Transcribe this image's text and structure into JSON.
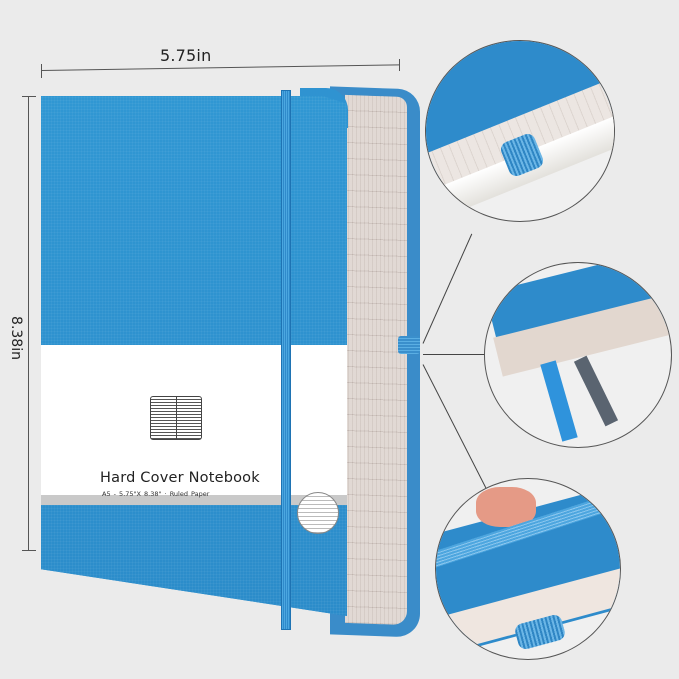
{
  "product": {
    "name": "Hard Cover Notebook",
    "subtitle": "A5 - 5.75\"X 8.38\"  ·  Ruled Paper",
    "cover_color": "#2f93d1",
    "page_color": "#dcd2cc"
  },
  "dimensions": {
    "width_label": "5.75in",
    "height_label": "8.38in"
  },
  "details": [
    {
      "feature": "pen-loop-holder",
      "description": "elastic pen loop holding pen"
    },
    {
      "feature": "ribbon-bookmarks",
      "description": "blue and gray ribbon bookmarks"
    },
    {
      "feature": "elastic-closure",
      "description": "elastic closure band with pen loop"
    }
  ],
  "colors": {
    "background": "#ebebeb",
    "cover_blue": "#2f93d1",
    "ribbon_blue": "#2f93dc",
    "ribbon_gray": "#5a6470",
    "label_white": "#ffffff",
    "label_stripe": "#c9c9c9"
  }
}
